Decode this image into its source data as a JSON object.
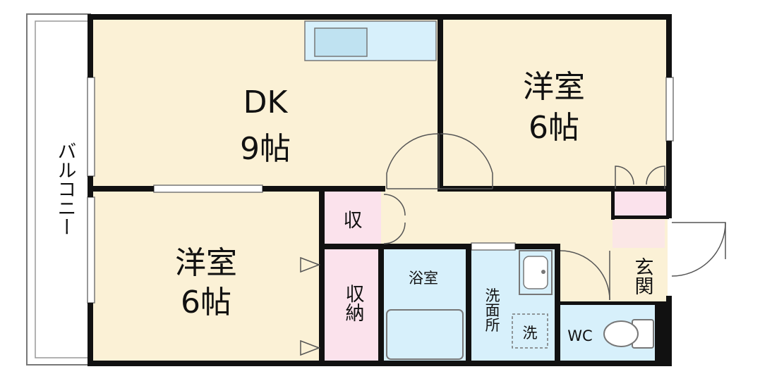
{
  "rooms": {
    "dk": {
      "name": "DK",
      "size": "9帖"
    },
    "western_room_1": {
      "name": "洋室",
      "size": "6帖"
    },
    "western_room_2": {
      "name": "洋室",
      "size": "6帖"
    },
    "storage_small": "収",
    "closet": "収納",
    "bathroom": "浴室",
    "washroom": "洗面所",
    "washer_space": "洗",
    "toilet": "WC",
    "entrance": "玄関",
    "balcony": "バルコニー"
  },
  "colors": {
    "living": "#fbf1d6",
    "wet_area": "#d7f0fb",
    "storage": "#fbe2ec",
    "wall": "#111111"
  }
}
